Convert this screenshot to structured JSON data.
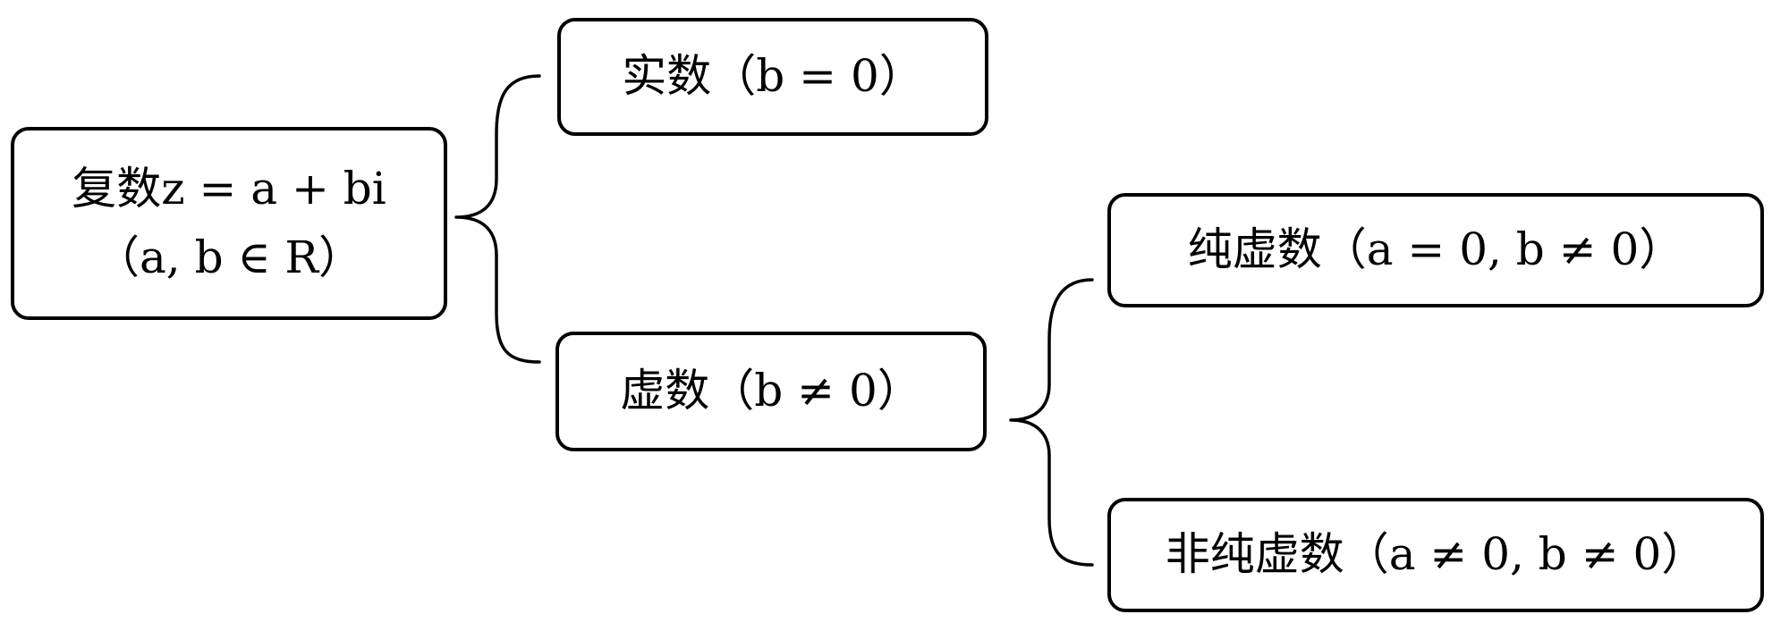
{
  "root": {
    "line1": "复数z = a + bi",
    "line2": "（a, b ∈ R）"
  },
  "real": {
    "label": "实数（b = 0）"
  },
  "imaginary": {
    "label": "虚数（b ≠ 0）"
  },
  "pure_imaginary": {
    "label": "纯虚数（a = 0, b ≠ 0）"
  },
  "non_pure_imaginary": {
    "label": "非纯虚数（a ≠ 0, b ≠ 0）"
  },
  "colors": {
    "stroke": "#000000",
    "background": "#ffffff",
    "text": "#000000"
  }
}
